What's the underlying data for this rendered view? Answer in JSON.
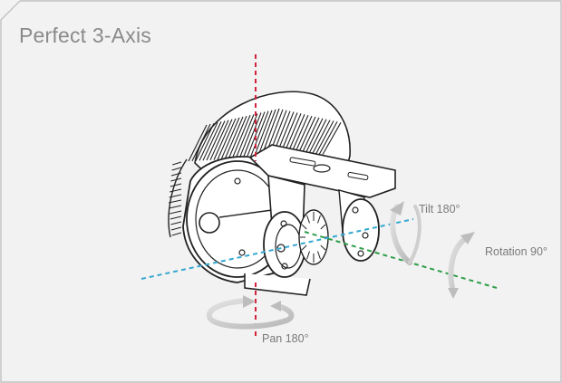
{
  "title": "Perfect 3-Axis",
  "labels": {
    "tilt": "Tilt 180°",
    "rotation": "Rotation 90°",
    "pan": "Pan 180°"
  },
  "colors": {
    "pan_axis": "#d0243a",
    "tilt_axis": "#35a8d0",
    "rotation_axis": "#2e9e4a",
    "arrow": "#c8c8c8",
    "outline": "#222222",
    "background": "#f2f2f2",
    "title": "#8a8a8a"
  },
  "icons": {
    "tilt_arrow": "curved-arrow-icon",
    "rotation_arrow": "curved-arrow-icon",
    "pan_arrow": "curved-arrow-icon"
  }
}
